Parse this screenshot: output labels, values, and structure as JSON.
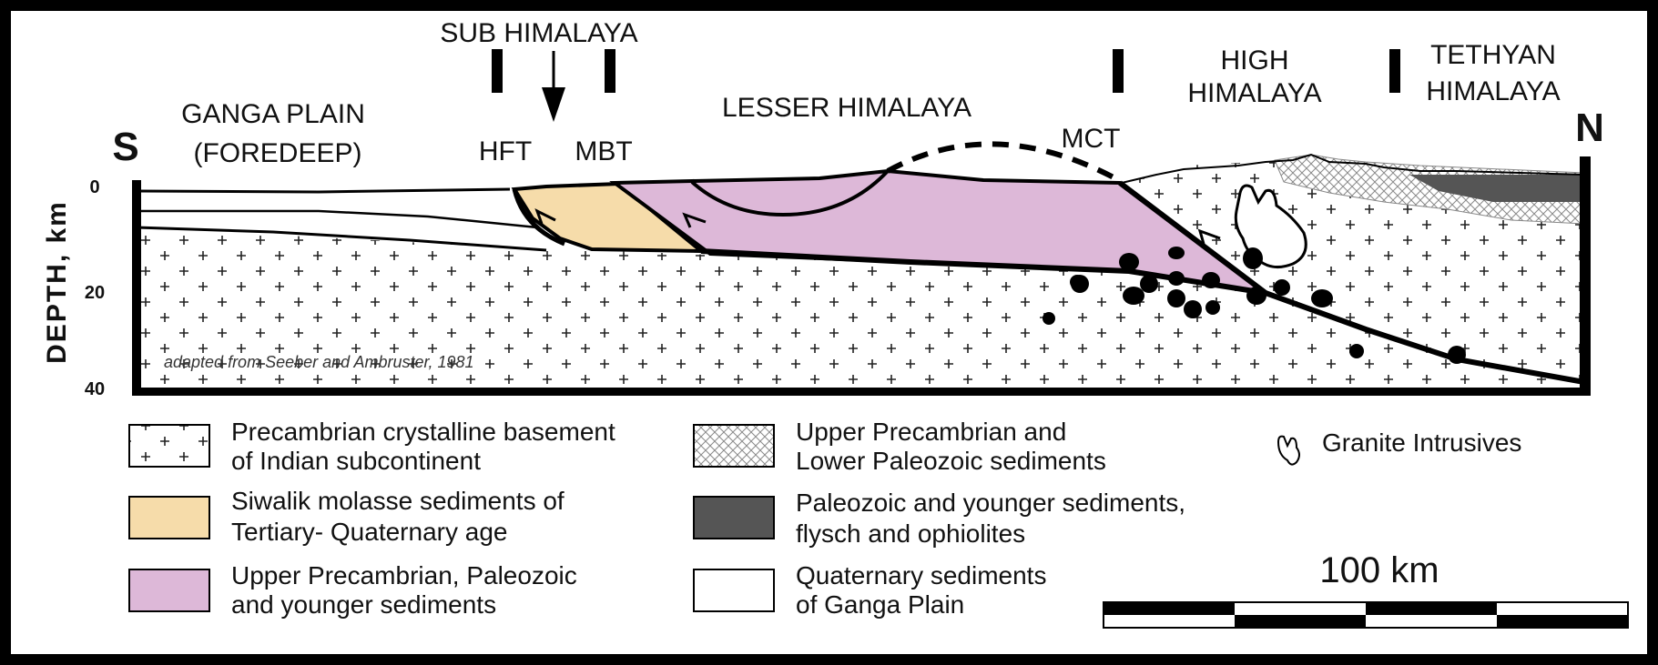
{
  "cross_section": {
    "direction_south": "S",
    "direction_north": "N",
    "region_labels": {
      "ganga_plain_line1": "GANGA PLAIN",
      "ganga_plain_line2": "(FOREDEEP)",
      "sub_himalaya": "SUB HIMALAYA",
      "lesser_himalaya": "LESSER HIMALAYA",
      "high_himalaya_line1": "HIGH",
      "high_himalaya_line2": "HIMALAYA",
      "tethyan_himalaya_line1": "TETHYAN",
      "tethyan_himalaya_line2": "HIMALAYA"
    },
    "thrust_labels": {
      "hft": "HFT",
      "mbt": "MBT",
      "mct": "MCT"
    },
    "depth_axis": {
      "title": "DEPTH, km",
      "ticks": [
        "0",
        "20",
        "40"
      ]
    },
    "credit": "adapted from Seeber and Ambruster, 1981"
  },
  "legend": {
    "crystalline_basement_line1": "Precambrian crystalline basement",
    "crystalline_basement_line2": "of Indian subcontinent",
    "siwalik_line1": "Siwalik molasse sediments of",
    "siwalik_line2": "Tertiary-  Quaternary age",
    "upper_precambrian_line1": "Upper Precambrian, Paleozoic",
    "upper_precambrian_line2": "and younger sediments",
    "upper_precambrian_lower_paleozoic_line1": "Upper Precambrian and",
    "upper_precambrian_lower_paleozoic_line2": "Lower Paleozoic sediments",
    "paleozoic_younger_line1": "Paleozoic and younger sediments,",
    "paleozoic_younger_line2": "flysch and ophiolites",
    "quaternary_line1": "Quaternary sediments",
    "quaternary_line2": "of Ganga Plain",
    "granite": "Granite Intrusives"
  },
  "scale_bar": {
    "label": "100 km"
  },
  "colors": {
    "siwalik": "#f6dcaa",
    "lesser_himalaya": "#ddb8d8",
    "tethyan_dark": "#555555",
    "outline": "#000000"
  }
}
